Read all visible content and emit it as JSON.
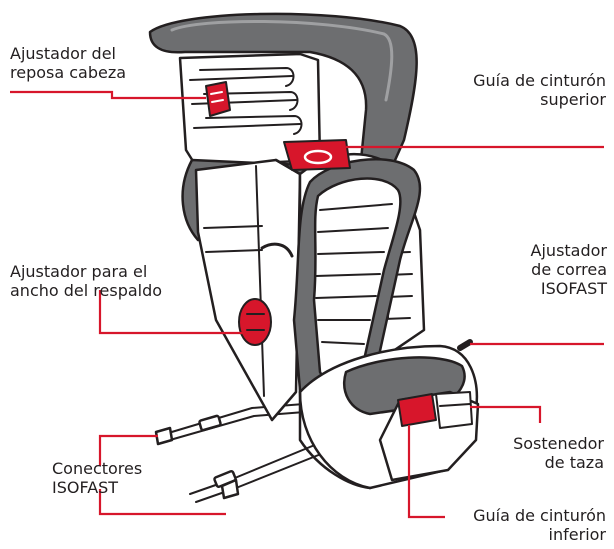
{
  "callouts": {
    "headrest_adjuster": [
      "Ajustador del",
      "reposa cabeza"
    ],
    "upper_belt_guide": [
      "Guía de cinturón",
      "superior"
    ],
    "backrest_width_adjuster": [
      "Ajustador para el",
      "ancho del respaldo"
    ],
    "isofast_strap_adjuster": [
      "Ajustador",
      "de correa",
      "ISOFAST"
    ],
    "isofast_connectors": [
      "Conectores",
      "ISOFAST"
    ],
    "cup_holder": [
      "Sostenedor",
      "de taza"
    ],
    "lower_belt_guide": [
      "Guía de cinturón",
      "inferior"
    ]
  },
  "colors": {
    "accent": "#d7162b",
    "outline": "#231f20",
    "cushion": "#6d6e70",
    "shell": "#ffffff"
  }
}
